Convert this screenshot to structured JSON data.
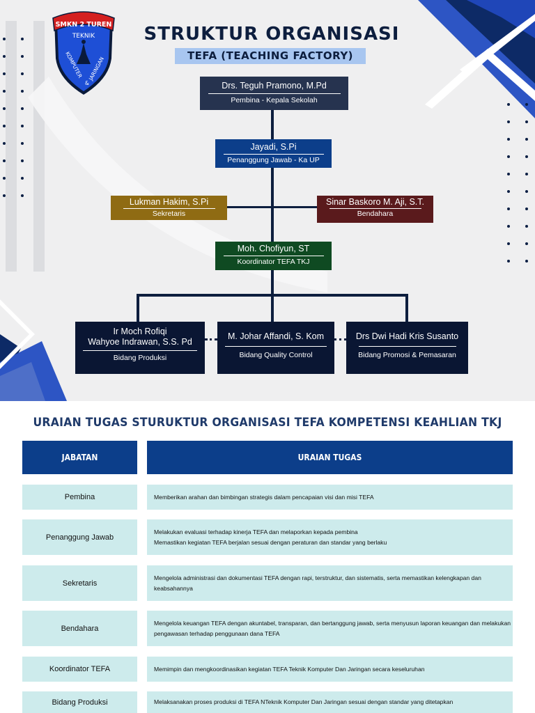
{
  "header": {
    "title": "STRUKTUR ORGANISASI",
    "subtitle": "TEFA (TEACHING FACTORY)"
  },
  "logo": {
    "top_text": "SMKN 2 TUREN",
    "middle_text": "TEKNIK",
    "bottom_text_left": "KOMPUTER",
    "bottom_text_amp": "&",
    "bottom_text_right": "JARINGAN",
    "colors": {
      "shield": "#1e4fd6",
      "ring": "#d42020",
      "border": "#0a1a3a"
    }
  },
  "org_chart": {
    "pembina": {
      "name": "Drs. Teguh Pramono, M.Pd",
      "role": "Pembina - Kepala Sekolah",
      "color": "#26334f"
    },
    "penanggung_jawab": {
      "name": "Jayadi, S.Pi",
      "role": "Penanggung Jawab - Ka UP",
      "color": "#0c3e8a"
    },
    "sekretaris": {
      "name": "Lukman Hakim, S.Pi",
      "role": "Sekretaris",
      "color": "#8f6b13"
    },
    "bendahara": {
      "name": "Sinar Baskoro M. Aji, S.T.",
      "role": "Bendahara",
      "color": "#5a1a1c"
    },
    "koordinator": {
      "name": "Moh. Chofiyun, ST",
      "role": "Koordinator TEFA TKJ",
      "color": "#0f4a22"
    },
    "bidang": [
      {
        "name_line1": "Ir Moch Rofiqi",
        "name_line2": "Wahyoe Indrawan, S.S. Pd",
        "role": "Bidang Produksi"
      },
      {
        "name_line1": "M. Johar Affandi, S. Kom",
        "name_line2": "",
        "role": "Bidang Quality Control"
      },
      {
        "name_line1": "Drs Dwi Hadi Kris Susanto",
        "name_line2": "",
        "role": "Bidang Promosi & Pemasaran"
      }
    ],
    "bidang_color": "#0a1633"
  },
  "tasks": {
    "title": "URAIAN TUGAS STURUKTUR ORGANISASI TEFA KOMPETENSI KEAHLIAN TKJ",
    "columns": [
      "JABATAN",
      "URAIAN TUGAS"
    ],
    "rows": [
      {
        "jabatan": "Pembina",
        "lines": [
          "Memberikan arahan dan bimbingan strategis dalam pencapaian visi dan misi TEFA"
        ]
      },
      {
        "jabatan": "Penanggung Jawab",
        "lines": [
          "Melakukan evaluasi terhadap kinerja TEFA dan melaporkan kepada pembina",
          "Memastikan kegiatan TEFA berjalan sesuai dengan peraturan dan standar yang berlaku"
        ]
      },
      {
        "jabatan": "Sekretaris",
        "lines": [
          "Mengelola administrasi dan dokumentasi TEFA dengan rapi, terstruktur, dan sistematis, serta memastikan kelengkapan dan",
          "keabsahannya"
        ]
      },
      {
        "jabatan": "Bendahara",
        "lines": [
          "Mengelola keuangan TEFA dengan akuntabel, transparan, dan bertanggung jawab, serta menyusun laporan keuangan dan melakukan",
          "pengawasan terhadap penggunaan dana TEFA"
        ]
      },
      {
        "jabatan": "Koordinator TEFA",
        "lines": [
          "Memimpin dan mengkoordinasikan kegiatan TEFA Teknik Komputer Dan Jaringan secara keseluruhan"
        ]
      },
      {
        "jabatan": "Bidang Produksi",
        "lines": [
          "Melaksanakan proses produksi di TEFA NTeknik Komputer Dan Jaringan sesuai dengan standar yang ditetapkan"
        ]
      }
    ],
    "colors": {
      "header": "#0c3e8a",
      "cell": "#cdebec",
      "title": "#1f3a6a"
    }
  }
}
